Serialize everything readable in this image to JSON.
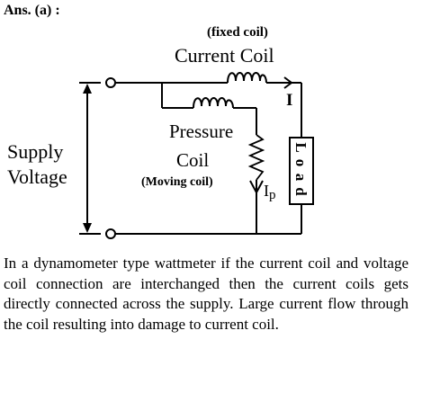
{
  "answer_label": "Ans. (a) :",
  "diagram": {
    "fixed_coil_label": "(fixed coil)",
    "current_coil_label": "Current Coil",
    "current_symbol": "I",
    "pressure_coil_line1": "Pressure",
    "pressure_coil_line2": "Coil",
    "moving_coil_label": "(Moving coil)",
    "pressure_current_symbol": "I",
    "pressure_current_subscript": "p",
    "supply_line1": "Supply",
    "supply_line2": "Voltage",
    "load_letters": [
      "L",
      "o",
      "a",
      "d"
    ]
  },
  "explanation": "In a dynamometer type wattmeter if the current coil and voltage coil connection are interchanged then the current coils gets directly connected across the supply. Large current flow through the coil resulting into damage to current coil."
}
